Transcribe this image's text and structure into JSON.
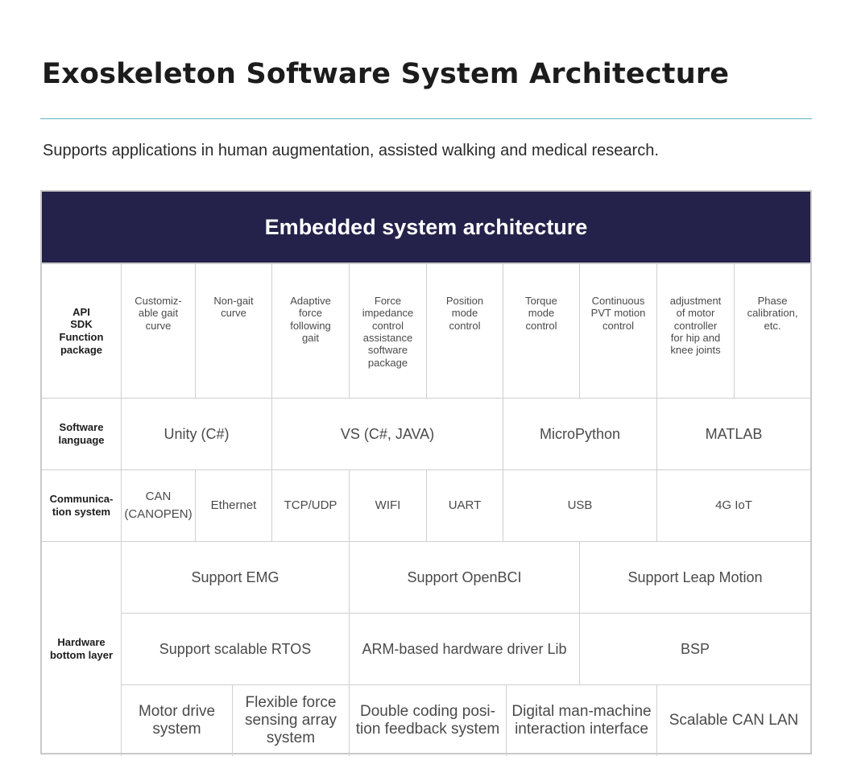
{
  "header": {
    "title": "Exoskeleton Software System Architecture",
    "subtitle": "Supports applications in human augmentation, assisted walking and medical research."
  },
  "architecture": {
    "banner": "Embedded system architecture",
    "api_row": {
      "label": "API\nSDK\nFunction\npackage",
      "items": [
        "Customiz-\nable gait\ncurve",
        "Non-gait\ncurve",
        "Adaptive\nforce\nfollowing\ngait",
        "Force\nimpedance\ncontrol\nassistance\nsoftware\npackage",
        "Position\nmode\ncontrol",
        "Torque\nmode\ncontrol",
        "Continuous\nPVT motion\ncontrol",
        "adjustment\nof motor\ncontroller\nfor hip and\nknee joints",
        "Phase\ncalibration,\netc."
      ]
    },
    "software_row": {
      "label": "Software\nlanguage",
      "items": [
        "Unity (C#)",
        "VS (C#, JAVA)",
        "MicroPython",
        "MATLAB"
      ]
    },
    "communication_row": {
      "label": "Communica-\ntion system",
      "items": [
        "CAN\n(CANOPEN)",
        "Ethernet",
        "TCP/UDP",
        "WIFI",
        "UART",
        "USB",
        "4G IoT"
      ]
    },
    "hardware_row": {
      "label": "Hardware\nbottom layer",
      "line1": [
        "Support EMG",
        "Support OpenBCI",
        "Support Leap Motion"
      ],
      "line2": [
        "Support scalable RTOS",
        "ARM-based hardware driver Lib",
        "BSP"
      ],
      "line3": [
        "Motor drive\nsystem",
        "Flexible force\nsensing array\nsystem",
        "Double coding posi-\ntion feedback system",
        "Digital man-machine\ninteraction interface",
        "Scalable CAN LAN"
      ]
    }
  }
}
